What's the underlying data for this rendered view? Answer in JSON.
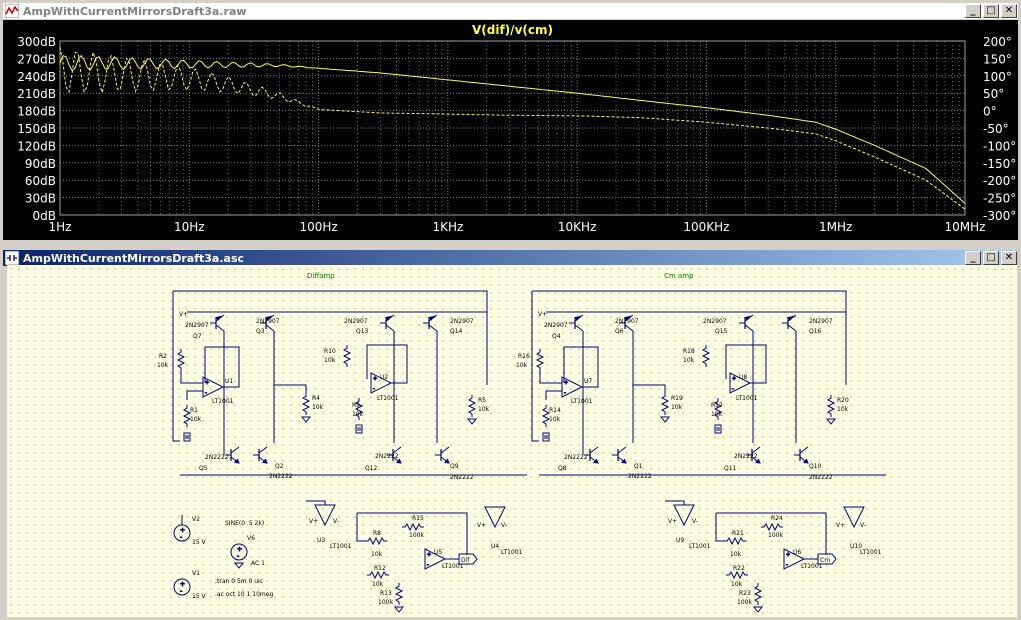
{
  "plot_window": {
    "title": "AmpWithCurrentMirrorsDraft3a.raw",
    "buttons": {
      "minimize": "_",
      "maximize": "□",
      "close": "✕"
    },
    "trace_label": "V(dif)/v(cm)",
    "colors": {
      "background": "#000000",
      "trace": "#ffff40",
      "grid": "#808080",
      "axis_text": "#ffffff"
    }
  },
  "chart_data": {
    "type": "line",
    "title": "V(dif)/v(cm)",
    "x_scale": "log",
    "x_ticks": [
      "1Hz",
      "10Hz",
      "100Hz",
      "1KHz",
      "10KHz",
      "100KHz",
      "1MHz",
      "10MHz"
    ],
    "x_tick_values": [
      1,
      10,
      100,
      1000,
      10000,
      100000,
      1000000,
      10000000
    ],
    "xlim": [
      1,
      10000000
    ],
    "y_left_ticks": [
      "300dB",
      "270dB",
      "240dB",
      "210dB",
      "180dB",
      "150dB",
      "120dB",
      "90dB",
      "60dB",
      "30dB",
      "0dB"
    ],
    "ylim_left": [
      0,
      300
    ],
    "y_right_ticks": [
      "200°",
      "150°",
      "100°",
      "50°",
      "0°",
      "-50°",
      "-100°",
      "-150°",
      "-200°",
      "-250°",
      "-300°"
    ],
    "ylim_right": [
      -300,
      200
    ],
    "grid": true,
    "series": [
      {
        "style": "solid",
        "x": [
          1,
          2,
          5,
          10,
          20,
          50,
          100,
          300,
          1000,
          3000,
          10000,
          30000,
          100000,
          300000,
          700000,
          1000000,
          2000000,
          5000000,
          10000000
        ],
        "y": [
          262,
          262,
          261,
          260,
          259,
          258,
          253,
          245,
          233,
          222,
          210,
          198,
          185,
          172,
          160,
          148,
          120,
          80,
          20
        ]
      },
      {
        "style": "dashed",
        "x": [
          1,
          2,
          5,
          10,
          20,
          50,
          100,
          300,
          1000,
          3000,
          10000,
          30000,
          100000,
          300000,
          700000,
          1000000,
          2000000,
          5000000,
          10000000
        ],
        "y": [
          250,
          245,
          240,
          235,
          225,
          205,
          182,
          176,
          174,
          172,
          171,
          168,
          160,
          150,
          140,
          128,
          100,
          60,
          10
        ]
      }
    ]
  },
  "schematic_window": {
    "title": "AmpWithCurrentMirrorsDraft3a.asc",
    "buttons": {
      "minimize": "_",
      "maximize": "□",
      "close": "✕"
    },
    "left": {
      "label": "Diffamp",
      "parts": {
        "q7": "Q7",
        "q3": "Q3",
        "q13": "Q13",
        "q14": "Q14",
        "q5": "Q5",
        "q2": "Q2",
        "q12": "Q12",
        "q9": "Q9",
        "t2n2907a": "2N2907",
        "t2n2907b": "2N2907",
        "t2n2907c": "2N2907",
        "t2n2907d": "2N2907",
        "t2n2222a": "2N2222",
        "t2n2222b": "2N2222",
        "t2n2222c": "2N2222",
        "t2n2222d": "2N2222",
        "r2": "R2",
        "r1": "R1",
        "r10": "R10",
        "r9": "R9",
        "r4": "R4",
        "r5": "R5",
        "r8": "R8",
        "r15": "R15",
        "r12": "R12",
        "r13": "R13",
        "u1": "U1",
        "u2": "U2",
        "u3": "U3",
        "u4": "U4",
        "u5": "U5",
        "lt1001": "LT1001",
        "r10k": "10k",
        "r100k": "100k",
        "v2": "V2",
        "v1": "V1",
        "v6": "V6",
        "v15": "15 V",
        "sine": "SINE(0 .5 2k)",
        "ac": "AC 1",
        "vplus": "V+",
        "vminus": "V-",
        "tran": ";tran 0 5m 0 uic",
        "acdir": ".ac oct 10 1 10meg",
        "out": "Dif"
      }
    },
    "right": {
      "label": "Cm amp",
      "parts": {
        "q4": "Q4",
        "q6": "Q6",
        "q15": "Q15",
        "q16": "Q16",
        "q8": "Q8",
        "q1": "Q1",
        "q11": "Q11",
        "q10": "Q10",
        "r16": "R16",
        "r14": "R14",
        "r18": "R18",
        "r17": "R17",
        "r19": "R19",
        "r20": "R20",
        "r21": "R21",
        "r24": "R24",
        "r22": "R22",
        "r23": "R23",
        "u7": "U7",
        "u8": "U8",
        "u9": "U9",
        "u10": "U10",
        "u6": "U6",
        "out": "Cm"
      }
    }
  }
}
